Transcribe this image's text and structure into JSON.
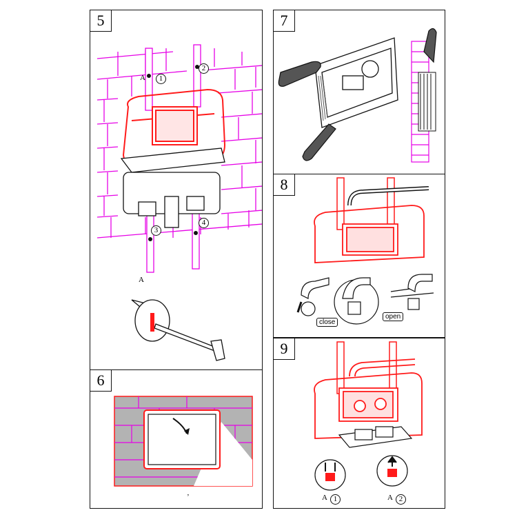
{
  "steps": [
    {
      "number": "5"
    },
    {
      "number": "6"
    },
    {
      "number": "7"
    },
    {
      "number": "8"
    },
    {
      "number": "9"
    }
  ],
  "step5": {
    "label_a_top": "A",
    "label_a_detail": "A",
    "callouts": [
      "1",
      "2",
      "3",
      "4"
    ]
  },
  "step6": {
    "mark": "’"
  },
  "step8": {
    "close_label": "close",
    "open_label": "open"
  },
  "step9": {
    "label_a1": "A",
    "label_a2": "A",
    "callouts": [
      "1",
      "2"
    ]
  },
  "colors": {
    "outline": "#111111",
    "highlight": "#ff1a1a",
    "brick": "#e600e6",
    "wall_grey": "#b3b3b3",
    "handle_grey": "#555555"
  }
}
